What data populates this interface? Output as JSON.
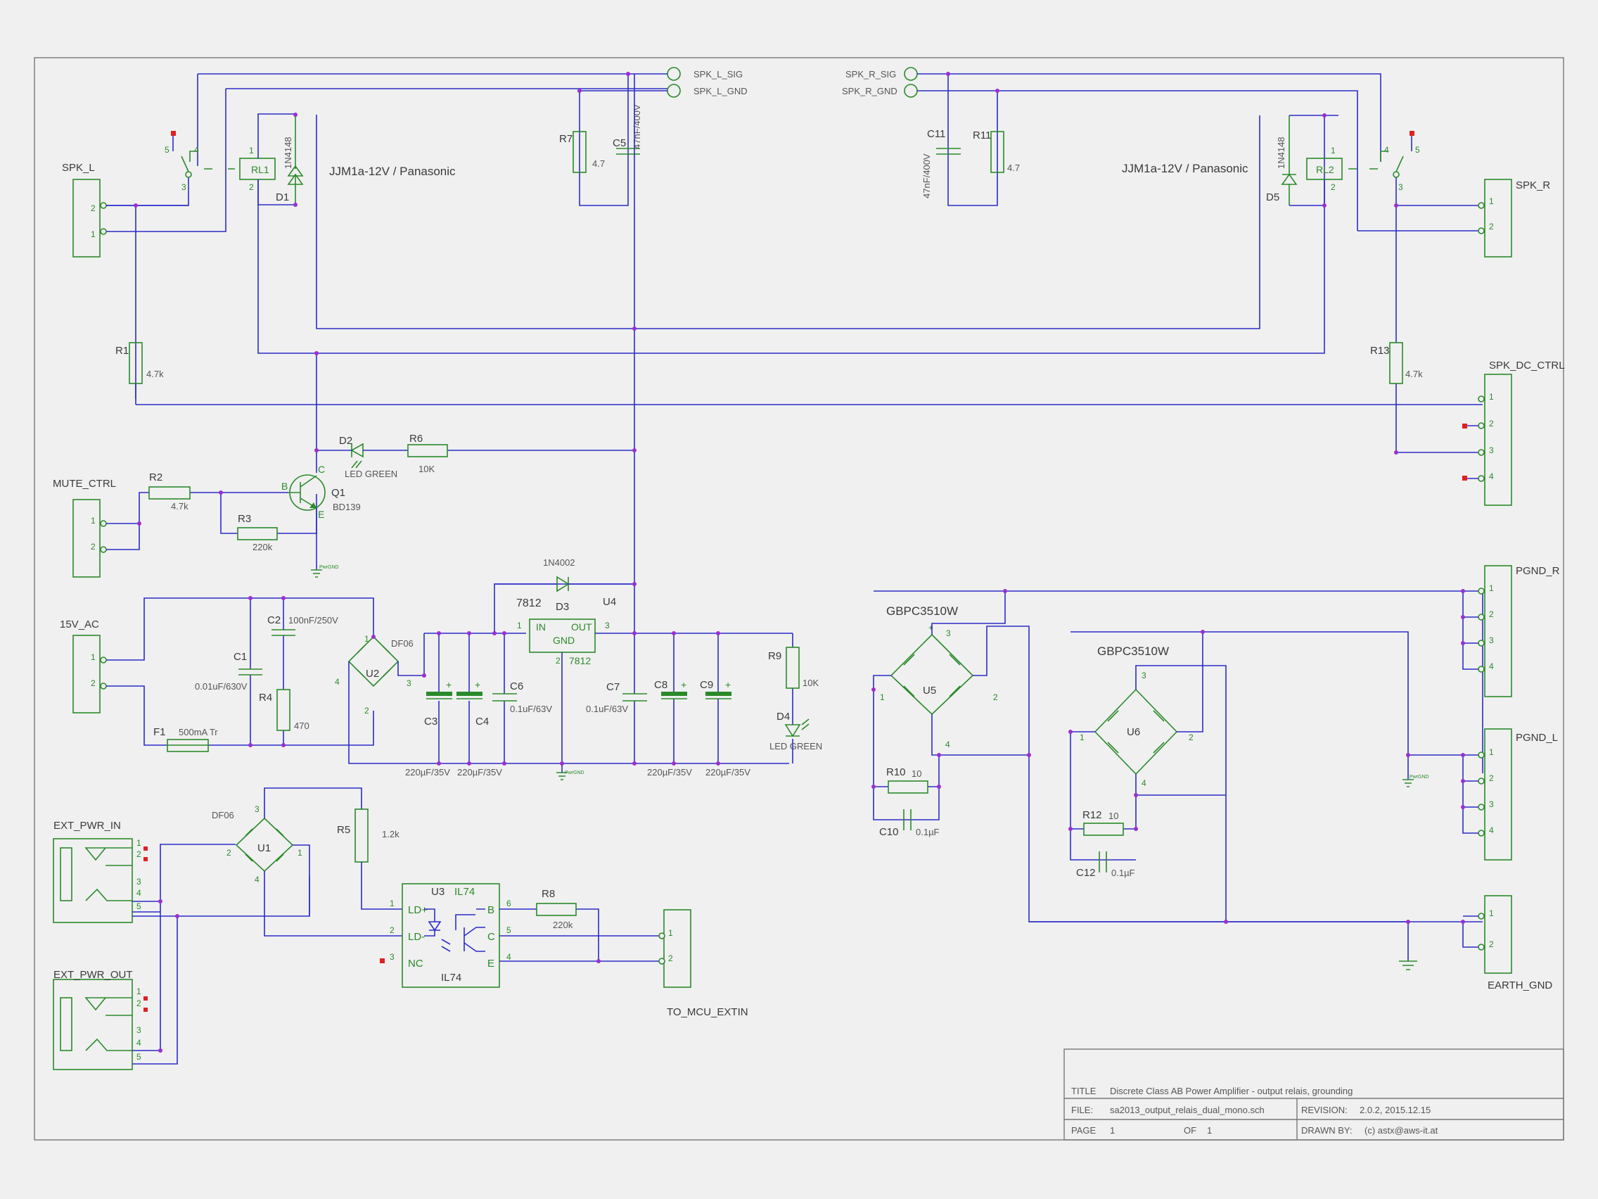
{
  "connectors": {
    "spk_l": "SPK_L",
    "spk_r": "SPK_R",
    "spk_dc_ctrl": "SPK_DC_CTRL",
    "mute_ctrl": "MUTE_CTRL",
    "ac15v": "15V_AC",
    "ext_pwr_in": "EXT_PWR_IN",
    "ext_pwr_out": "EXT_PWR_OUT",
    "to_mcu": "TO_MCU_EXTIN",
    "pgnd_r": "PGND_R",
    "pgnd_l": "PGND_L",
    "earth_gnd": "EARTH_GND"
  },
  "nets": {
    "spk_l_sig": "SPK_L_SIG",
    "spk_l_gnd": "SPK_L_GND",
    "spk_r_sig": "SPK_R_SIG",
    "spk_r_gnd": "SPK_R_GND"
  },
  "parts": {
    "rl1": "RL1",
    "rl2": "RL2",
    "relay_note": "JJM1a-12V / Panasonic",
    "d1": "D1",
    "d5": "D5",
    "d1_val": "1N4148",
    "d5_val": "1N4148",
    "r7": "R7",
    "r7_val": "4.7",
    "c5": "C5",
    "c5_val": "47nF/400V",
    "c11": "C11",
    "c11_val": "47nF/400V",
    "r11": "R11",
    "r11_val": "4.7",
    "r1": "R1",
    "r1_val": "4.7k",
    "r13": "R13",
    "r13_val": "4.7k",
    "d2": "D2",
    "d2_val": "LED GREEN",
    "r6": "R6",
    "r6_val": "10K",
    "r2": "R2",
    "r2_val": "4.7k",
    "r3": "R3",
    "r3_val": "220k",
    "q1": "Q1",
    "q1_val": "BD139",
    "q1_b": "B",
    "q1_c": "C",
    "q1_e": "E",
    "d3_val": "1N4002",
    "d3": "D3",
    "u4": "U4",
    "u4_val": "7812",
    "u4_val2": "7812",
    "u4_in": "IN",
    "u4_out": "OUT",
    "u4_gnd": "GND",
    "c1": "C1",
    "c1_val": "0.01uF/630V",
    "c2": "C2",
    "c2_val": "100nF/250V",
    "r4": "R4",
    "r4_val": "470",
    "f1": "F1",
    "f1_val": "500mA Tr",
    "u2": "U2",
    "u2_val": "DF06",
    "c3": "C3",
    "c4": "C4",
    "c6": "C6",
    "c6_val": "0.1uF/63V",
    "c7": "C7",
    "c7_val": "0.1uF/63V",
    "c8": "C8",
    "c9": "C9",
    "cap220": "220µF/35V",
    "r9": "R9",
    "r9_val": "10K",
    "d4": "D4",
    "d4_val": "LED GREEN",
    "u1": "U1",
    "u1_val": "DF06",
    "r5": "R5",
    "r5_val": "1.2k",
    "u3": "U3",
    "u3_val": "IL74",
    "u3_val2": "IL74",
    "u3_ldp": "LD+",
    "u3_ldm": "LD-",
    "u3_nc": "NC",
    "u3_b": "B",
    "u3_c": "C",
    "u3_e": "E",
    "r8": "R8",
    "r8_val": "220k",
    "u5": "U5",
    "u5_val": "GBPC3510W",
    "u6": "U6",
    "u6_val": "GBPC3510W",
    "r10": "R10",
    "r10_val": "10",
    "c10": "C10",
    "c10_val": "0.1µF",
    "r12": "R12",
    "r12_val": "10",
    "c12": "C12",
    "c12_val": "0.1µF",
    "pwr_gnd": "PwrGND"
  },
  "title_block": {
    "title_label": "TITLE",
    "title": "Discrete Class AB Power Amplifier - output relais, grounding",
    "file_label": "FILE:",
    "file": "sa2013_output_relais_dual_mono.sch",
    "page_label": "PAGE",
    "page": "1",
    "of_label": "OF",
    "of": "1",
    "revision_label": "REVISION:",
    "revision": "2.0.2, 2015.12.15",
    "drawn_label": "DRAWN BY:",
    "drawn": "(c) astx@aws-it.at"
  }
}
